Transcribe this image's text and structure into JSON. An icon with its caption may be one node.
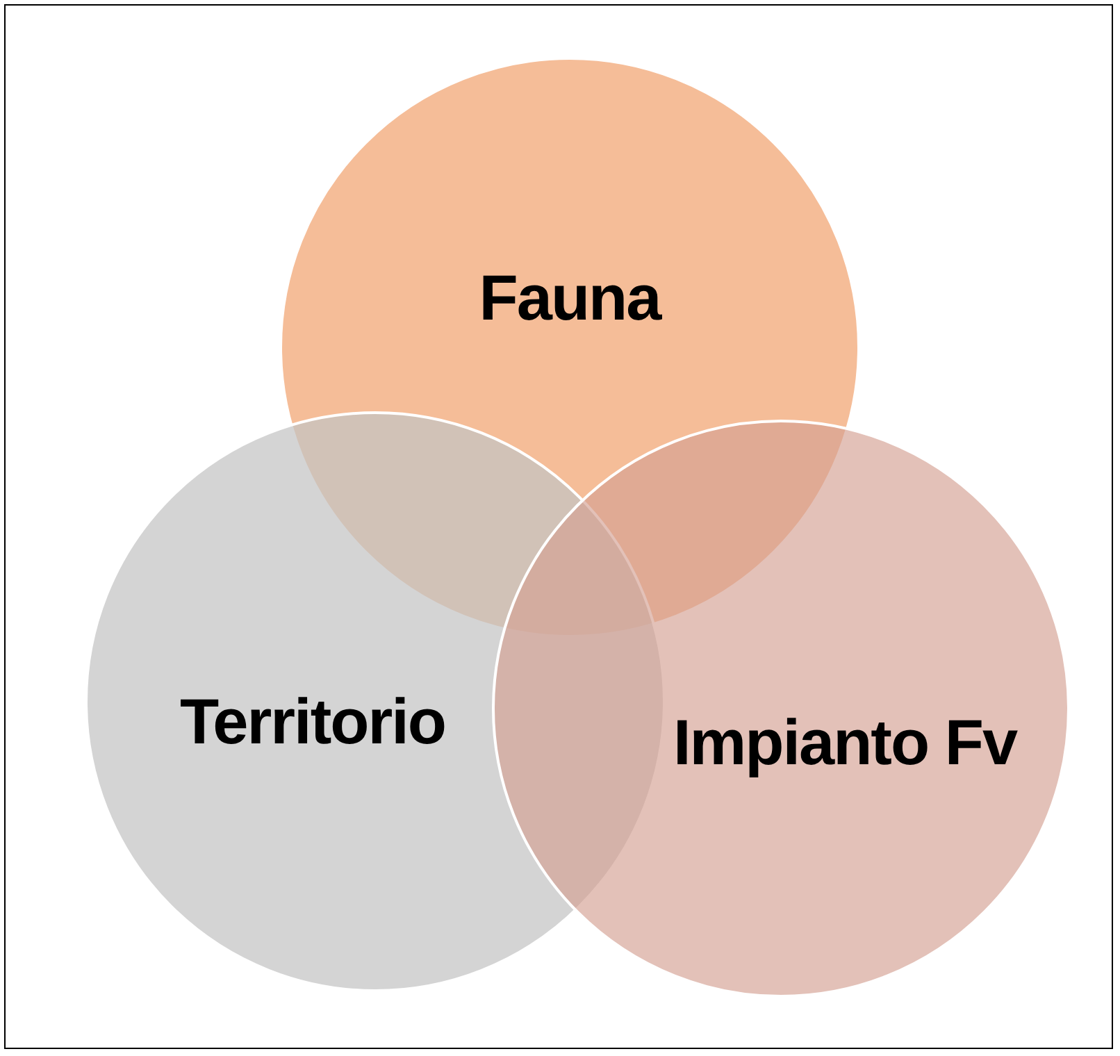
{
  "diagram": {
    "nodes": [
      {
        "text": [
          "Fauna"
        ]
      },
      {
        "text": [
          "Territorio"
        ]
      },
      {
        "text": [
          "Impianto Fv"
        ]
      }
    ]
  }
}
